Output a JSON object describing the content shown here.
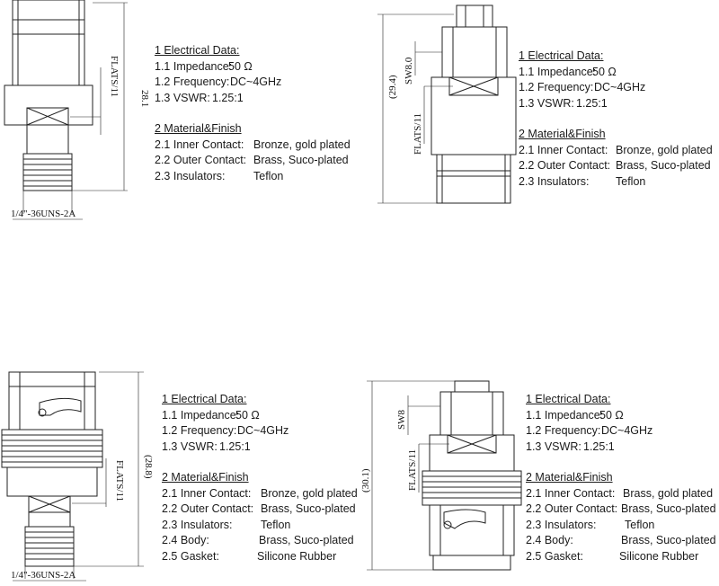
{
  "diagrams": [
    {
      "dims": {
        "height": "28.1",
        "flats": "FLATS/11",
        "thread": "1/4\"-36UNS-2A"
      },
      "spec": {
        "h1": "1 Electrical Data:",
        "e1": {
          "label": "1.1 Impedance:",
          "value": "50 Ω"
        },
        "e2": {
          "label": "1.2 Frequency:",
          "value": "DC~4GHz"
        },
        "e3": {
          "label": "1.3 VSWR:",
          "value": "1.25:1"
        },
        "h2": "2 Material&Finish",
        "m1": {
          "label": "2.1 Inner Contact:",
          "value": "Bronze, gold plated"
        },
        "m2": {
          "label": "2.2 Outer Contact:",
          "value": "Brass, Suco-plated"
        },
        "m3": {
          "label": "2.3 Insulators:",
          "value": "Teflon"
        }
      }
    },
    {
      "dims": {
        "height": "(29.4)",
        "flats": "FLATS/11",
        "sw": "SW8.0"
      },
      "spec": {
        "h1": "1 Electrical Data:",
        "e1": {
          "label": "1.1 Impedance:",
          "value": "50 Ω"
        },
        "e2": {
          "label": "1.2 Frequency:",
          "value": "DC~4GHz"
        },
        "e3": {
          "label": "1.3 VSWR:",
          "value": "1.25:1"
        },
        "h2": "2 Material&Finish",
        "m1": {
          "label": "2.1 Inner Contact:",
          "value": "Bronze, gold plated"
        },
        "m2": {
          "label": "2.2 Outer Contact:",
          "value": "Brass, Suco-plated"
        },
        "m3": {
          "label": "2.3 Insulators:",
          "value": "Teflon"
        }
      }
    },
    {
      "dims": {
        "height": "(28.8)",
        "flats": "FLATS/11",
        "thread": "1/4\"-36UNS-2A"
      },
      "spec": {
        "h1": "1 Electrical Data:",
        "e1": {
          "label": "1.1 Impedance:",
          "value": "50 Ω"
        },
        "e2": {
          "label": "1.2 Frequency:",
          "value": "DC~4GHz"
        },
        "e3": {
          "label": "1.3 VSWR:",
          "value": "1.25:1"
        },
        "h2": "2 Material&Finish",
        "m1": {
          "label": "2.1 Inner Contact:",
          "value": "Bronze, gold plated"
        },
        "m2": {
          "label": "2.2 Outer Contact:",
          "value": "Brass, Suco-plated"
        },
        "m3": {
          "label": "2.3 Insulators:",
          "value": "Teflon"
        },
        "m4": {
          "label": "2.4 Body:",
          "value": "Brass, Suco-plated"
        },
        "m5": {
          "label": "2.5 Gasket:",
          "value": "Silicone Rubber"
        }
      }
    },
    {
      "dims": {
        "height": "(30.1)",
        "flats": "FLATS/11",
        "sw": "SW8"
      },
      "spec": {
        "h1": "1 Electrical Data:",
        "e1": {
          "label": "1.1 Impedance:",
          "value": "50 Ω"
        },
        "e2": {
          "label": "1.2 Frequency:",
          "value": "DC~4GHz"
        },
        "e3": {
          "label": "1.3 VSWR:",
          "value": "1.25:1"
        },
        "h2": "2 Material&Finish",
        "m1": {
          "label": "2.1 Inner Contact:",
          "value": "Brass, gold plated"
        },
        "m2": {
          "label": "2.2 Outer Contact:",
          "value": "Brass, Suco-plated"
        },
        "m3": {
          "label": "2.3 Insulators:",
          "value": "Teflon"
        },
        "m4": {
          "label": "2.4 Body:",
          "value": "Brass, Suco-plated"
        },
        "m5": {
          "label": "2.5 Gasket:",
          "value": "Silicone Rubber"
        }
      }
    }
  ]
}
